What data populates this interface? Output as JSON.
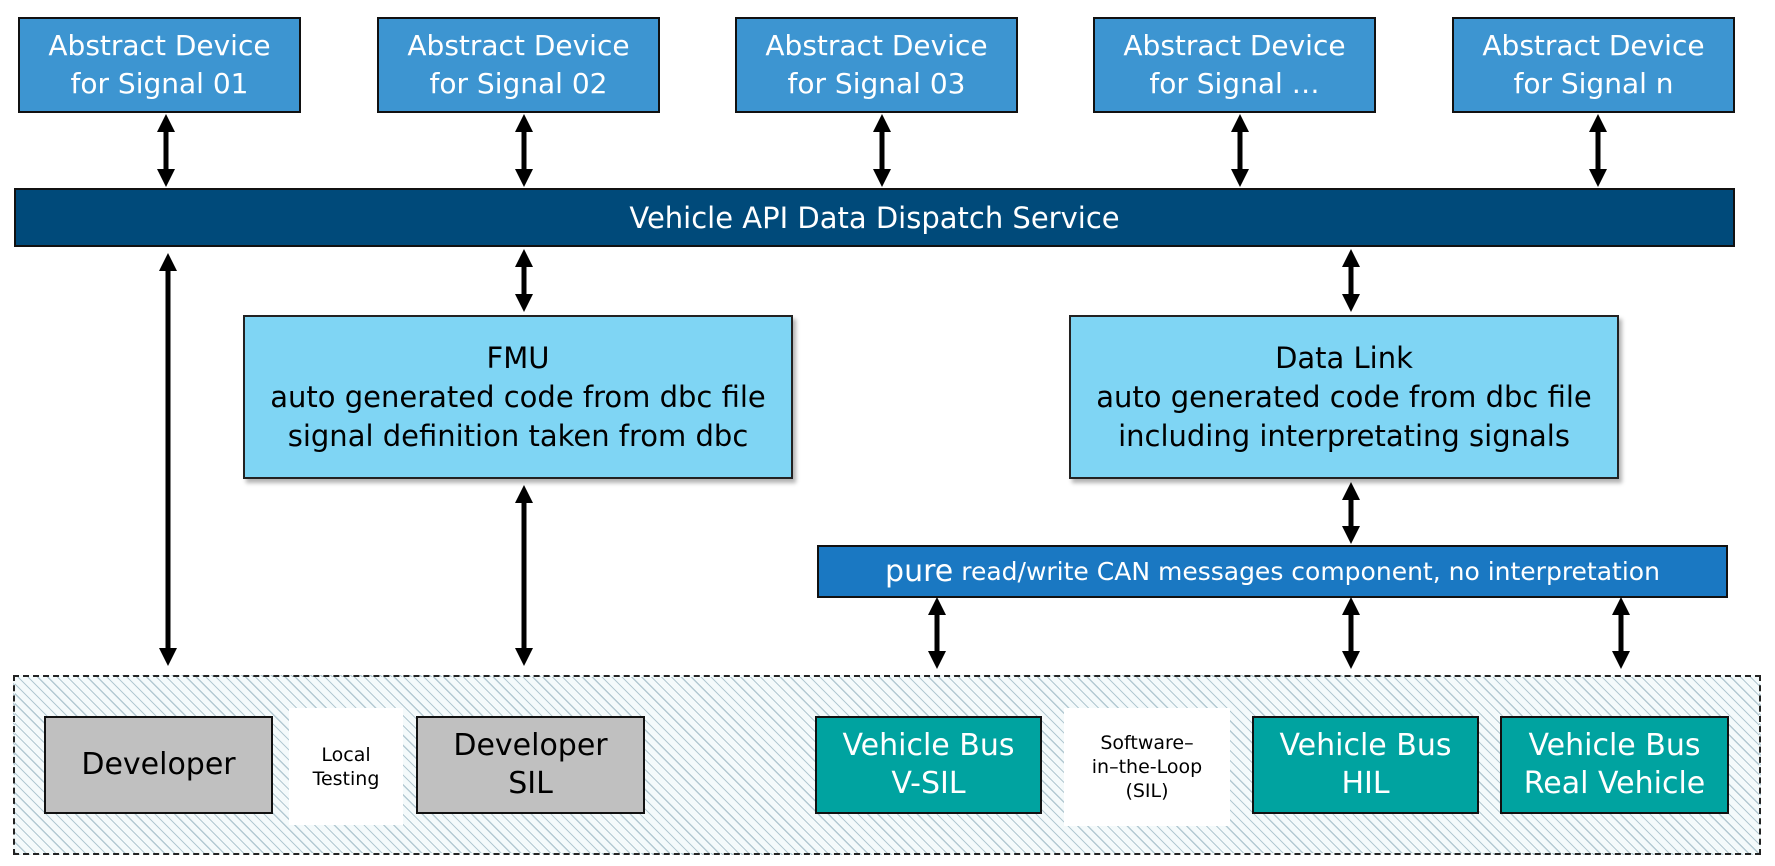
{
  "devices": [
    {
      "line1": "Abstract Device",
      "line2": "for Signal 01"
    },
    {
      "line1": "Abstract Device",
      "line2": "for Signal 02"
    },
    {
      "line1": "Abstract Device",
      "line2": "for Signal 03"
    },
    {
      "line1": "Abstract Device",
      "line2": "for Signal …"
    },
    {
      "line1": "Abstract Device",
      "line2": "for Signal n"
    }
  ],
  "dispatch": {
    "label": "Vehicle API Data Dispatch Service"
  },
  "fmu": {
    "line1": "FMU",
    "line2": "auto generated code from dbc file",
    "line3": "signal definition taken from dbc"
  },
  "datalink": {
    "line1": "Data Link",
    "line2": "auto generated code from dbc file",
    "line3": "including interpretating signals"
  },
  "can": {
    "prefix": "pure",
    "label": "read/write CAN messages component, no interpretation"
  },
  "targets": {
    "developer": {
      "label": "Developer"
    },
    "local_testing": {
      "line1": "Local",
      "line2": "Testing"
    },
    "developer_sil": {
      "line1": "Developer",
      "line2": "SIL"
    },
    "vsil": {
      "line1": "Vehicle Bus",
      "line2": "V-SIL"
    },
    "sil_note": {
      "line1": "Software–",
      "line2": "in–the-Loop",
      "line3": "(SIL)"
    },
    "hil": {
      "line1": "Vehicle Bus",
      "line2": "HIL"
    },
    "real": {
      "line1": "Vehicle Bus",
      "line2": "Real Vehicle"
    }
  },
  "colors": {
    "device_blue": "#3d95d1",
    "dispatch_navy": "#004a7a",
    "component_light_blue": "#7fd5f4",
    "can_blue": "#1a78c2",
    "developer_gray": "#c0c0c0",
    "vehicle_teal": "#00a3a0"
  }
}
